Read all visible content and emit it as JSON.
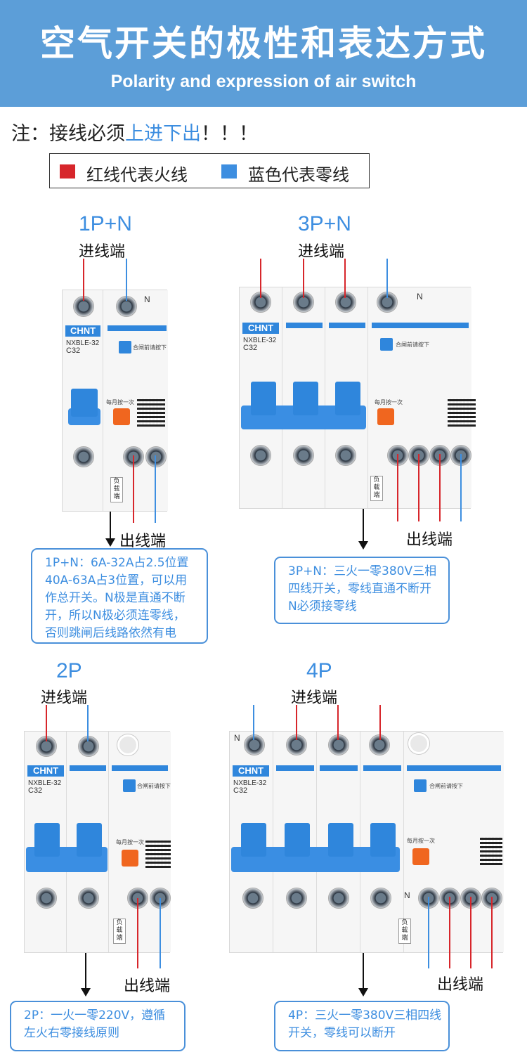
{
  "banner": {
    "title": "空气开关的极性和表达方式",
    "subtitle": "Polarity and expression of air switch"
  },
  "note": {
    "prefix": "注：接线必须",
    "highlight": "上进下出",
    "suffix": "！！！"
  },
  "legend": {
    "red_label": "红线代表火线",
    "blue_label": "蓝色代表零线",
    "red_color": "#d7262b",
    "blue_color": "#3d8ee0"
  },
  "breaker_text": {
    "brand": "CHNT",
    "model": "NXBLE-32",
    "rating": "C32",
    "button_hint": "合闸前请按下",
    "monthly": "每月按一次",
    "load_tag": "负载端",
    "n_mark": "N"
  },
  "sections": {
    "p1n": {
      "heading": "1P+N",
      "in_label": "进线端",
      "out_label": "出线端",
      "desc": [
        "1P+N：6A-32A占2.5位置",
        "40A-63A占3位置，可以用",
        "作总开关。N极是直通不断",
        "开，所以N极必须连零线，",
        "否则跳闸后线路依然有电"
      ]
    },
    "p3n": {
      "heading": "3P+N",
      "in_label": "进线端",
      "out_label": "出线端",
      "desc": [
        "3P+N：三火一零380V三相",
        "四线开关，零线直通不断开",
        "N必须接零线"
      ]
    },
    "p2": {
      "heading": "2P",
      "in_label": "进线端",
      "out_label": "出线端",
      "desc": [
        "2P：一火一零220V，遵循",
        "左火右零接线原则"
      ]
    },
    "p4": {
      "heading": "4P",
      "in_label": "进线端",
      "out_label": "出线端",
      "desc": [
        "4P：三火一零380V三相四线",
        "开关，零线可以断开"
      ]
    }
  }
}
